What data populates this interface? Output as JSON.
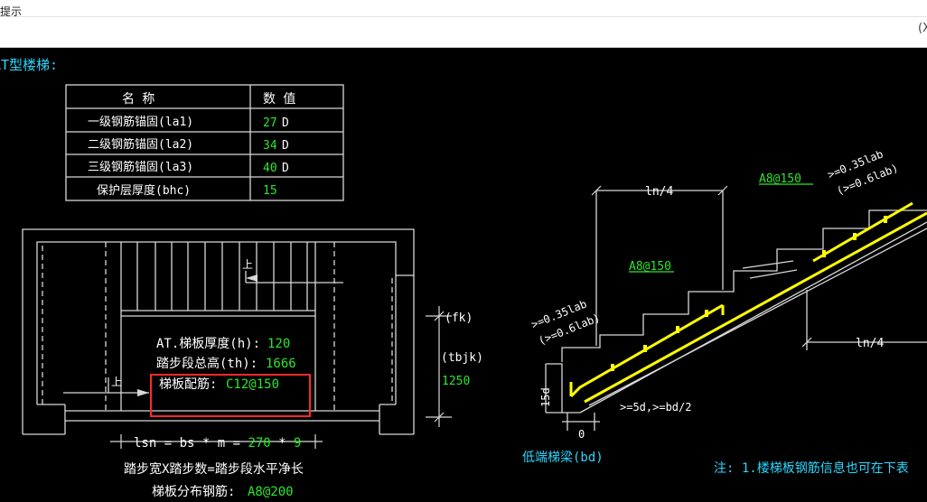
{
  "window": {
    "title": "提示",
    "close_label": "(X"
  },
  "heading": "AT型楼梯:",
  "table": {
    "headers": [
      "名 称",
      "数 值"
    ],
    "rows": [
      {
        "name": "一级钢筋锚固(la1)",
        "value": "27",
        "unit": "D"
      },
      {
        "name": "二级钢筋锚固(la2)",
        "value": "34",
        "unit": "D"
      },
      {
        "name": "三级钢筋锚固(la3)",
        "value": "40",
        "unit": "D"
      },
      {
        "name": "保护层厚度(bhc)",
        "value": "15",
        "unit": ""
      }
    ]
  },
  "plan": {
    "up_label": "上",
    "fk": "(fk)",
    "tbjk": "(tbjk)",
    "tbjk_value": "1250",
    "thickness_label": "AT.梯板厚度(h):",
    "thickness_value": "120",
    "height_label": "踏步段总高(th):",
    "height_value": "1666",
    "rebar_label": "梯板配筋:",
    "rebar_value": "C12@150",
    "lsn_label": "lsn = bs * m = ",
    "lsn_bs": "270",
    "lsn_mul": " * ",
    "lsn_m": "9",
    "formula_text": "踏步宽X踏步数=踏步段水平净长",
    "dist_label": "梯板分布钢筋:",
    "dist_value": "A8@200"
  },
  "section": {
    "ln4_top": "ln/4",
    "ln4_bottom": "ln/4",
    "a8_top": "A8@150",
    "a8_mid": "A8@150",
    "lab1_top": ">=0.35lab",
    "lab2_top": "(>=0.6lab)",
    "lab1_left": ">=0.35lab",
    "lab2_left": "(>=0.6lab)",
    "d15": "15d",
    "zero": "0",
    "d5": ">=5d,>=bd/2",
    "low_beam": "低端梯梁(bd)",
    "note": "注: 1.楼梯板钢筋信息也可在下表"
  },
  "colors": {
    "cyan": "#29d8ff",
    "green": "#2be82b",
    "yellow": "#ffff00",
    "red": "#ff2a2a",
    "line": "#d8d8d8"
  }
}
